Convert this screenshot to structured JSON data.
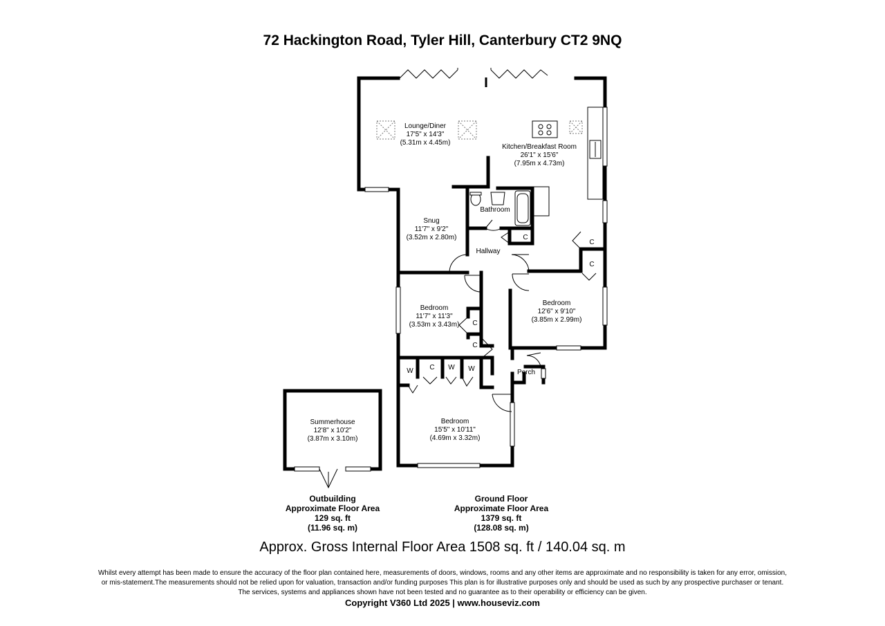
{
  "title": "72 Hackington Road, Tyler Hill, Canterbury CT2 9NQ",
  "rooms": {
    "lounge": {
      "name": "Lounge/Diner",
      "imperial": "17'5\" x 14'3\"",
      "metric": "(5.31m x 4.45m)"
    },
    "kitchen": {
      "name": "Kitchen/Breakfast Room",
      "imperial": "26'1\" x 15'6\"",
      "metric": "(7.95m x 4.73m)"
    },
    "snug": {
      "name": "Snug",
      "imperial": "11'7\" x 9'2\"",
      "metric": "(3.52m x 2.80m)"
    },
    "bathroom": {
      "name": "Bathroom"
    },
    "hallway": {
      "name": "Hallway"
    },
    "bedroom_left": {
      "name": "Bedroom",
      "imperial": "11'7\" x 11'3\"",
      "metric": "(3.53m x 3.43m)"
    },
    "bedroom_right": {
      "name": "Bedroom",
      "imperial": "12'6\" x 9'10\"",
      "metric": "(3.85m x 2.99m)"
    },
    "bedroom_bottom": {
      "name": "Bedroom",
      "imperial": "15'5\" x 10'11\"",
      "metric": "(4.69m x 3.32m)"
    },
    "porch": {
      "name": "Porch"
    },
    "summerhouse": {
      "name": "Summerhouse",
      "imperial": "12'8\" x 10'2\"",
      "metric": "(3.87m x 3.10m)"
    }
  },
  "cupboards": {
    "c": "C",
    "w": "W"
  },
  "outbuilding_area": {
    "line1": "Outbuilding",
    "line2": "Approximate Floor Area",
    "line3": "129 sq. ft",
    "line4": "(11.96 sq. m)"
  },
  "ground_floor_area": {
    "line1": "Ground Floor",
    "line2": "Approximate Floor Area",
    "line3": "1379 sq. ft",
    "line4": "(128.08 sq. m)"
  },
  "gross_area": "Approx. Gross Internal Floor Area 1508 sq. ft / 140.04 sq. m",
  "disclaimer": {
    "line1": "Whilst every attempt has been made to ensure the accuracy of the floor plan contained here, measurements of doors, windows, rooms and any other items are approximate and no responsibility is taken for any error, omission,",
    "line2": "or mis-statement.The measurements should not be relied upon for valuation, transaction and/or funding purposes This plan is for illustrative purposes only and should be used as such by any prospective purchaser or tenant.",
    "line3": "The services, systems and appliances shown have not been tested and no guarantee as to their operability or efficiency can be given."
  },
  "copyright": "Copyright V360 Ltd 2025 | www.houseviz.com"
}
